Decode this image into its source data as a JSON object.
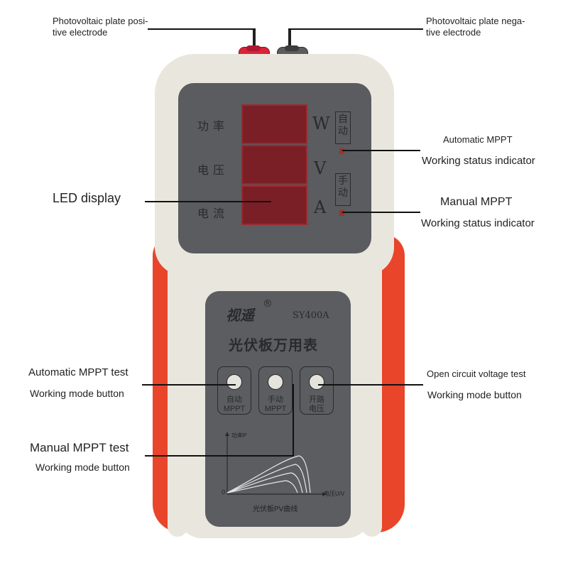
{
  "callouts": {
    "pos_electrode": "Photovoltaic plate posi-\ntive electrode",
    "neg_electrode": "Photovoltaic plate nega-\ntive electrode",
    "led_display": "LED display",
    "auto_indicator_title": "Automatic MPPT",
    "auto_indicator_sub": "Working status indicator",
    "manual_indicator_title": "Manual MPPT",
    "manual_indicator_sub": "Working status indicator",
    "auto_test_title": "Automatic MPPT test",
    "auto_test_sub": "Working mode button",
    "manual_test_title": "Manual MPPT test",
    "manual_test_sub": "Working mode button",
    "open_test_title": "Open circuit voltage test",
    "open_test_sub": "Working mode button"
  },
  "device": {
    "labels": {
      "power": "功率",
      "voltage": "电压",
      "current": "电流"
    },
    "units": {
      "power": "W",
      "voltage": "V",
      "current": "A"
    },
    "auto_indicator_label": "自动",
    "manual_indicator_label": "手动",
    "brand": "视遥",
    "registered": "®",
    "model": "SY400A",
    "product_name": "光伏板万用表",
    "buttons": {
      "auto": "自动\nMPPT",
      "manual": "手动\nMPPT",
      "open": "开路\n电压"
    },
    "graph": {
      "y_label": "功率P",
      "x_label": "电压U/V",
      "origin": "0",
      "caption": "光伏板PV曲线"
    }
  },
  "colors": {
    "shell": "#e9e7dd",
    "grip": "#e8452b",
    "panel": "#5a5c60",
    "led": "#7a1f26",
    "indicator": "#a0302a",
    "positive_terminal": "#d9243a",
    "negative_terminal": "#5c5c5c"
  }
}
